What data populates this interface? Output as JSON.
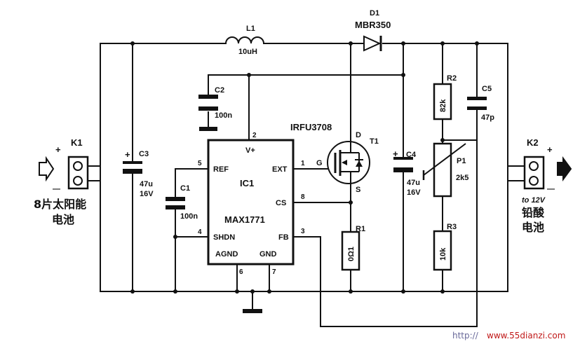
{
  "components": {
    "k1": "K1",
    "k2": "K2",
    "c3": "C3",
    "c3_value": "47u",
    "c3_voltage": "16V",
    "l1": "L1",
    "l1_value": "10uH",
    "d1": "D1",
    "d1_value": "MBR350",
    "c2": "C2",
    "c2_value": "100n",
    "ic1": "IC1",
    "ic1_part": "MAX1771",
    "c1": "C1",
    "c1_value": "100n",
    "t1": "T1",
    "t1_part": "IRFU3708",
    "c4": "C4",
    "c4_value": "47u",
    "c4_voltage": "16V",
    "r2": "R2",
    "r2_value": "82k",
    "c5": "C5",
    "c5_value": "47p",
    "p1": "P1",
    "p1_value": "2k5",
    "r3": "R3",
    "r3_value": "10k",
    "r1": "R1",
    "r1_value": "0Ω1"
  },
  "ic_pins": {
    "vplus": "V+",
    "ref": "REF",
    "ext": "EXT",
    "cs": "CS",
    "shdn": "SHDN",
    "fb": "FB",
    "agnd": "AGND",
    "gnd": "GND"
  },
  "pin_numbers": {
    "p1": "1",
    "p2": "2",
    "p3": "3",
    "p4": "4",
    "p5": "5",
    "p6": "6",
    "p7": "7",
    "p8": "8"
  },
  "mosfet_pins": {
    "d": "D",
    "g": "G",
    "s": "S"
  },
  "polarity": {
    "plus": "+",
    "minus": "—"
  },
  "labels": {
    "input_line1": "8片太阳能",
    "input_line2": "电池",
    "output_line1": "to 12V",
    "output_line2": "铅酸",
    "output_line3": "电池"
  },
  "watermark": {
    "prefix": "http://",
    "site": "www.55dianzi.com"
  }
}
